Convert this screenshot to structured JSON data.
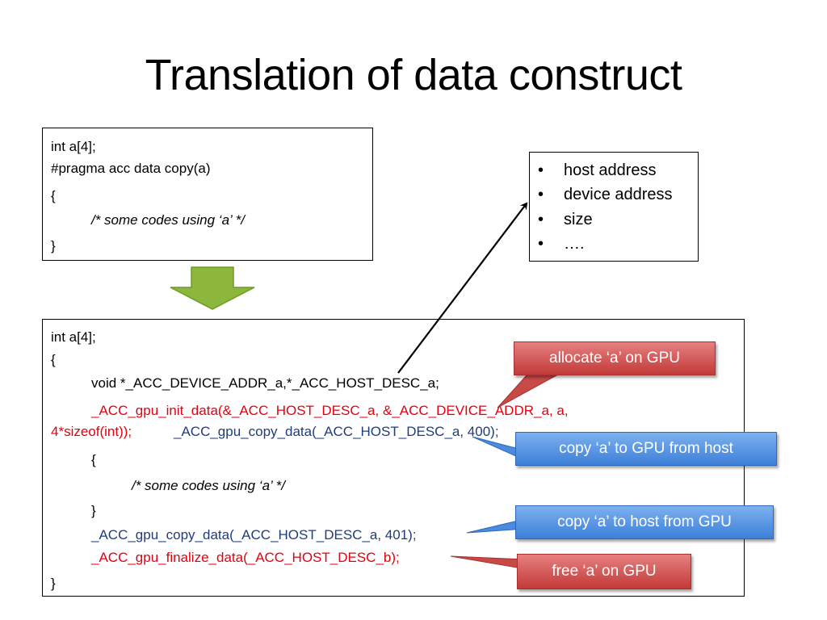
{
  "title": "Translation of data construct",
  "source_box": {
    "lines": [
      "int  a[4];",
      "#pragma acc data copy(a)",
      "{",
      "/* some codes using ‘a’ */",
      "}"
    ]
  },
  "desc_box": {
    "items": [
      "host address",
      "device address",
      "size",
      "…."
    ]
  },
  "translated_box": {
    "line1": "int  a[4];",
    "line2": "{",
    "line3": "void *_ACC_DEVICE_ADDR_a,*_ACC_HOST_DESC_a;",
    "line4": "_ACC_gpu_init_data(&_ACC_HOST_DESC_a, &_ACC_DEVICE_ADDR_a, a,",
    "line5_red": "4*sizeof(int));",
    "line5_blue": "_ACC_gpu_copy_data(_ACC_HOST_DESC_a, 400);",
    "line6": "{",
    "line7": "/* some codes using ‘a’ */",
    "line8": "}",
    "line9": "_ACC_gpu_copy_data(_ACC_HOST_DESC_a, 401);",
    "line10": "_ACC_gpu_finalize_data(_ACC_HOST_DESC_b);",
    "line11": "}"
  },
  "callouts": {
    "allocate": "allocate ‘a’ on GPU",
    "copy_to_gpu": "copy ‘a’ to GPU from host",
    "copy_to_host": "copy ‘a’ to host from GPU",
    "free": "free ‘a’ on GPU"
  },
  "colors": {
    "arrow_green": "#8cb63c",
    "code_red": "#e3000f",
    "code_blue": "#1f3d7a",
    "callout_red": "#c84a47",
    "callout_blue": "#4a8be0"
  }
}
